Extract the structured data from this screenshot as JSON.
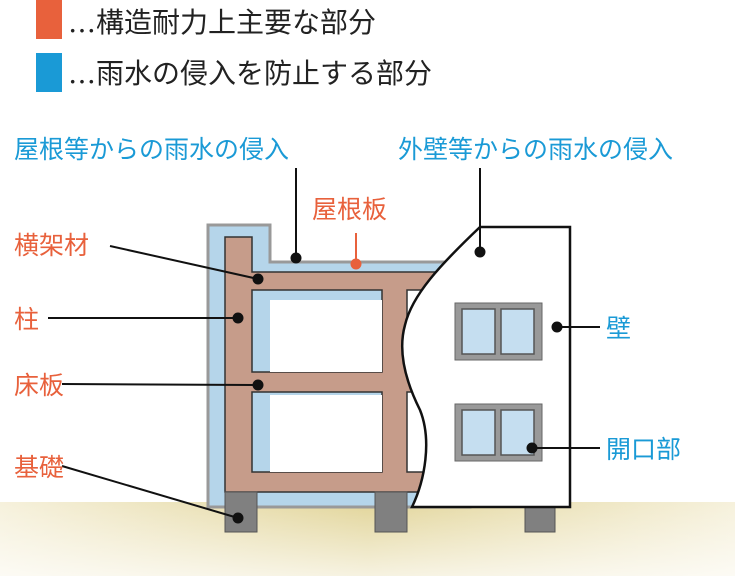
{
  "legend": [
    {
      "label": "…構造耐力上主要な部分",
      "color": "#e8613c"
    },
    {
      "label": "…雨水の侵入を防止する部分",
      "color": "#1a9ad6"
    }
  ],
  "headings": {
    "roof_water": "屋根等からの雨水の侵入",
    "wall_water": "外壁等からの雨水の侵入"
  },
  "structural_labels": {
    "roof_board": "屋根板",
    "beam": "横架材",
    "column": "柱",
    "floor": "床板",
    "foundation": "基礎"
  },
  "waterproof_labels": {
    "wall": "壁",
    "opening": "開口部"
  },
  "colors": {
    "structural": "#e8613c",
    "waterproof": "#1a9ad6",
    "frame": "#c69c8a",
    "membrane": "#b5d5ea",
    "footing": "#808080",
    "ground": "#e6dba6"
  }
}
